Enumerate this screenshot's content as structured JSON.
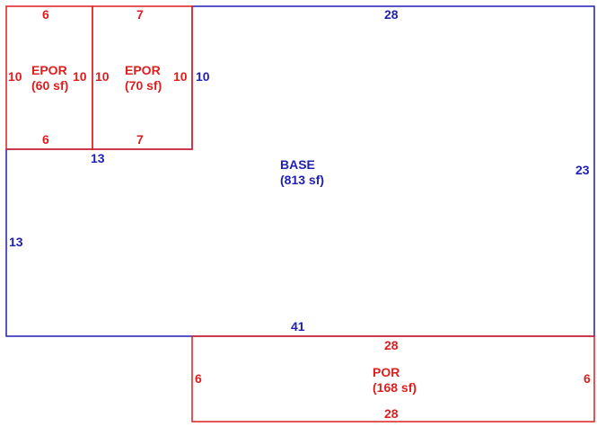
{
  "colors": {
    "base": "#1f1fb4",
    "addition": "#dc1e1e",
    "background": "#ffffff"
  },
  "areas": {
    "base": {
      "name": "BASE",
      "area": "(813 sf)",
      "dims": {
        "top": "28",
        "right": "23",
        "bottom": "41",
        "left": "13",
        "step_horizontal": "13",
        "step_vertical": "10"
      }
    },
    "epor1": {
      "name": "EPOR",
      "area": "(60 sf)",
      "dims": {
        "top": "6",
        "bottom": "6",
        "left": "10",
        "right": "10"
      }
    },
    "epor2": {
      "name": "EPOR",
      "area": "(70 sf)",
      "dims": {
        "top": "7",
        "bottom": "7",
        "left": "10",
        "right": "10"
      }
    },
    "por": {
      "name": "POR",
      "area": "(168 sf)",
      "dims": {
        "top": "28",
        "bottom": "28",
        "left": "6",
        "right": "6"
      }
    }
  }
}
